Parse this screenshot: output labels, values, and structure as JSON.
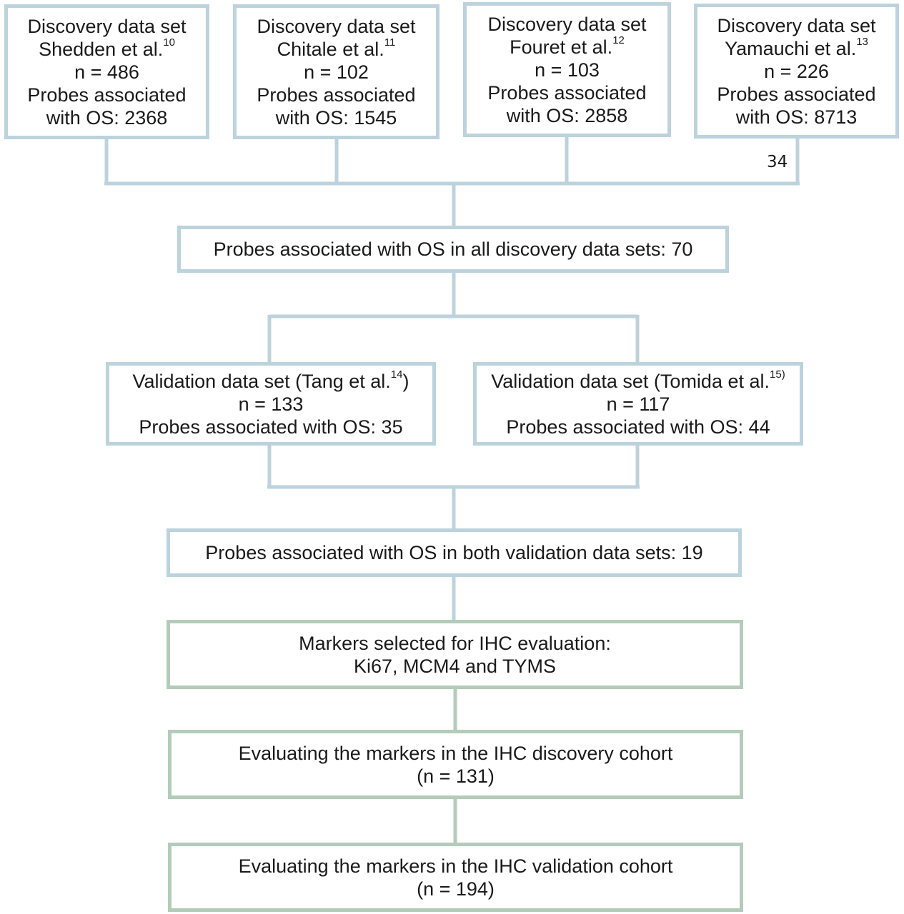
{
  "discovery": [
    {
      "line1": "Discovery data set",
      "author": "Shedden et al.",
      "ref": "10",
      "n": "n = 486",
      "probes1": "Probes associated",
      "probes2": "with OS: 2368"
    },
    {
      "line1": "Discovery data set",
      "author": "Chitale et al.",
      "ref": "11",
      "n": "n = 102",
      "probes1": "Probes associated",
      "probes2": "with OS: 1545"
    },
    {
      "line1": "Discovery data set",
      "author": "Fouret et al.",
      "ref": "12",
      "n": "n = 103",
      "probes1": "Probes associated",
      "probes2": "with OS: 2858"
    },
    {
      "line1": "Discovery data set",
      "author": "Yamauchi et al.",
      "ref": "13",
      "n": "n = 226",
      "probes1": "Probes associated",
      "probes2": "with OS: 8713"
    }
  ],
  "stray_label": "34",
  "all_discovery": "Probes associated with OS in all discovery data sets: 70",
  "validation": [
    {
      "title": "Validation data set (Tang et al.",
      "ref": "14",
      "close": ")",
      "n": "n = 133",
      "probes": "Probes associated with OS: 35"
    },
    {
      "title": "Validation data set (Tomida et al.",
      "ref": "15)",
      "close": "",
      "n": "n = 117",
      "probes": "Probes associated with OS: 44"
    }
  ],
  "both_validation": "Probes associated with OS in both validation data sets: 19",
  "markers": {
    "line1": "Markers selected for IHC evaluation:",
    "line2": "Ki67, MCM4 and TYMS"
  },
  "ihc_discovery": {
    "line1": "Evaluating the markers in the IHC discovery cohort",
    "line2": "(n = 131)"
  },
  "ihc_validation": {
    "line1": "Evaluating the markers in the IHC validation cohort",
    "line2": "(n = 194)"
  },
  "colors": {
    "blue_border": "#bcd3dd",
    "green_border": "#b3ccba"
  }
}
